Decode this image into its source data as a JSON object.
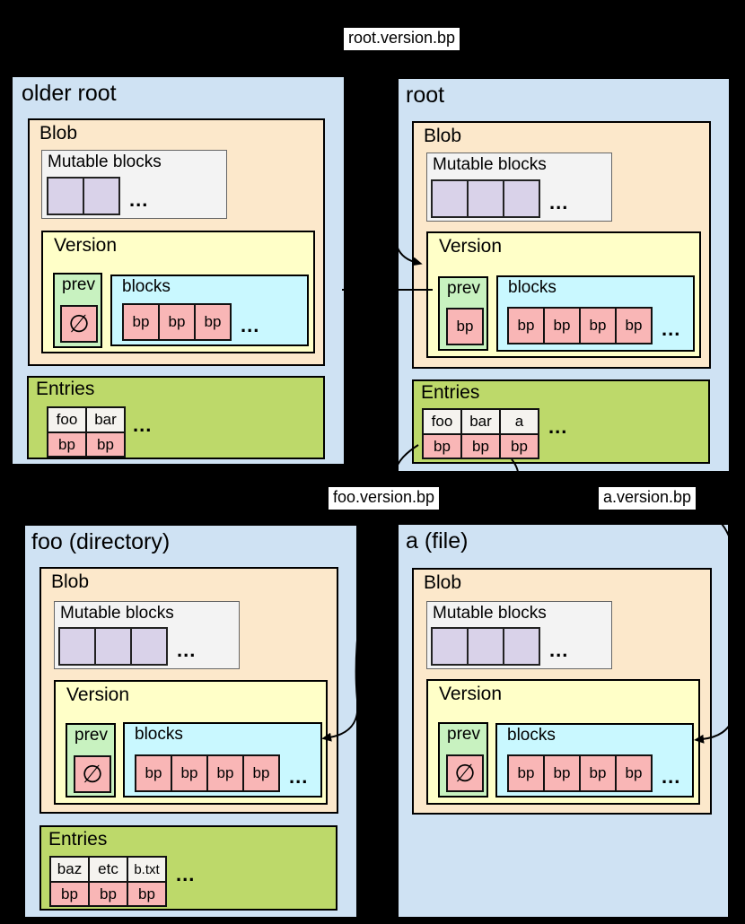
{
  "colors": {
    "background": "#000000",
    "container_blue": "#cfe2f3",
    "blob_cream": "#fce8cb",
    "mutable_gray": "#f3f3f3",
    "mutable_cell_purple": "#d9d2e9",
    "version_yellow": "#ffffc8",
    "prev_green": "#c8f2c0",
    "blocks_cyan": "#c9f8ff",
    "bp_pink": "#f9b6b6",
    "entries_green": "#bdd96a",
    "entry_name_cell": "#f5f3ef",
    "label_bg": "#ffffff"
  },
  "ellipsis": "...",
  "floating_labels": {
    "root_version_bp": "root.version.bp",
    "foo_version_bp": "foo.version.bp",
    "a_version_bp": "a.version.bp"
  },
  "boxes": {
    "older_root": {
      "title": "older root",
      "blob": {
        "title": "Blob",
        "mutable": {
          "title": "Mutable blocks",
          "cell_count": 2
        },
        "version": {
          "title": "Version",
          "prev": {
            "title": "prev",
            "cell": "∅"
          },
          "blocks": {
            "title": "blocks",
            "cells": [
              "bp",
              "bp",
              "bp"
            ]
          }
        }
      },
      "entries": {
        "title": "Entries",
        "names": [
          "foo",
          "bar"
        ],
        "pointers": [
          "bp",
          "bp"
        ]
      }
    },
    "root": {
      "title": "root",
      "blob": {
        "title": "Blob",
        "mutable": {
          "title": "Mutable blocks",
          "cell_count": 3
        },
        "version": {
          "title": "Version",
          "prev": {
            "title": "prev",
            "cell": "bp"
          },
          "blocks": {
            "title": "blocks",
            "cells": [
              "bp",
              "bp",
              "bp",
              "bp"
            ]
          }
        }
      },
      "entries": {
        "title": "Entries",
        "names": [
          "foo",
          "bar",
          "a"
        ],
        "pointers": [
          "bp",
          "bp",
          "bp"
        ]
      }
    },
    "foo": {
      "title": "foo (directory)",
      "blob": {
        "title": "Blob",
        "mutable": {
          "title": "Mutable blocks",
          "cell_count": 3
        },
        "version": {
          "title": "Version",
          "prev": {
            "title": "prev",
            "cell": "∅"
          },
          "blocks": {
            "title": "blocks",
            "cells": [
              "bp",
              "bp",
              "bp",
              "bp"
            ]
          }
        }
      },
      "entries": {
        "title": "Entries",
        "names": [
          "baz",
          "etc",
          "b.txt"
        ],
        "pointers": [
          "bp",
          "bp",
          "bp"
        ]
      }
    },
    "a": {
      "title": "a (file)",
      "blob": {
        "title": "Blob",
        "mutable": {
          "title": "Mutable blocks",
          "cell_count": 3
        },
        "version": {
          "title": "Version",
          "prev": {
            "title": "prev",
            "cell": "∅"
          },
          "blocks": {
            "title": "blocks",
            "cells": [
              "bp",
              "bp",
              "bp",
              "bp"
            ]
          }
        }
      }
    }
  }
}
